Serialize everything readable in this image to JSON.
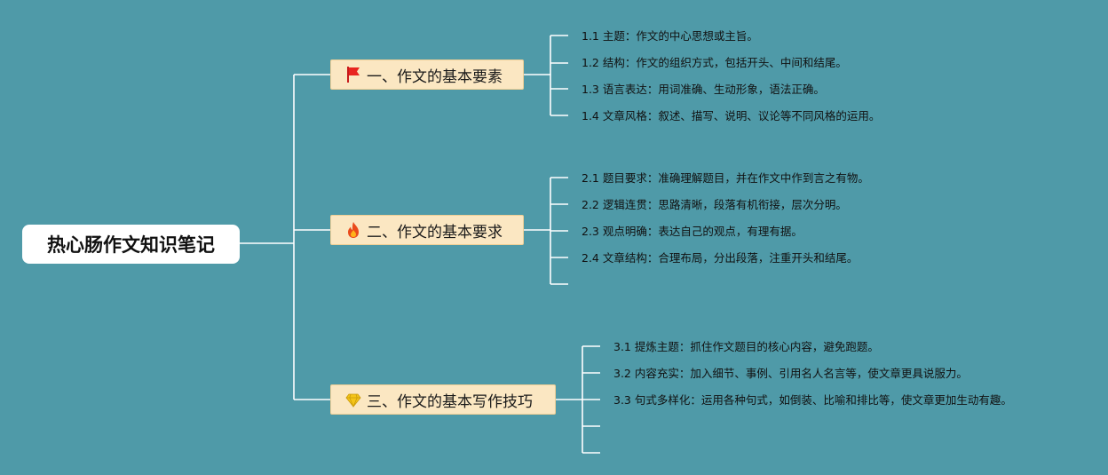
{
  "root": {
    "title": "热心肠作文知识笔记"
  },
  "branches": [
    {
      "label": "一、作文的基本要素",
      "icon": "red-flag-icon",
      "items": [
        "1.1 主题：作文的中心思想或主旨。",
        "1.2 结构：作文的组织方式，包括开头、中间和结尾。",
        "1.3 语言表达：用词准确、生动形象，语法正确。",
        "1.4 文章风格：叙述、描写、说明、议论等不同风格的运用。"
      ]
    },
    {
      "label": "二、作文的基本要求",
      "icon": "fire-icon",
      "items": [
        "2.1 题目要求：准确理解题目，并在作文中作到言之有物。",
        "2.2 逻辑连贯：思路清晰，段落有机衔接，层次分明。",
        "2.3 观点明确：表达自己的观点，有理有据。",
        "2.4 文章结构：合理布局，分出段落，注重开头和结尾。"
      ]
    },
    {
      "label": "三、作文的基本写作技巧",
      "icon": "diamond-icon",
      "items": [
        "3.1 提炼主题：抓住作文题目的核心内容，避免跑题。",
        "3.2 内容充实：加入细节、事例、引用名人名言等，使文章更具说服力。",
        "3.3 句式多样化：运用各种句式，如倒装、比喻和排比等，使文章更加生动有趣。"
      ]
    }
  ],
  "colors": {
    "background": "#4f9aa8",
    "root_fill": "#ffffff",
    "branch_fill": "#fbe7c2",
    "connector": "#ffffff"
  }
}
